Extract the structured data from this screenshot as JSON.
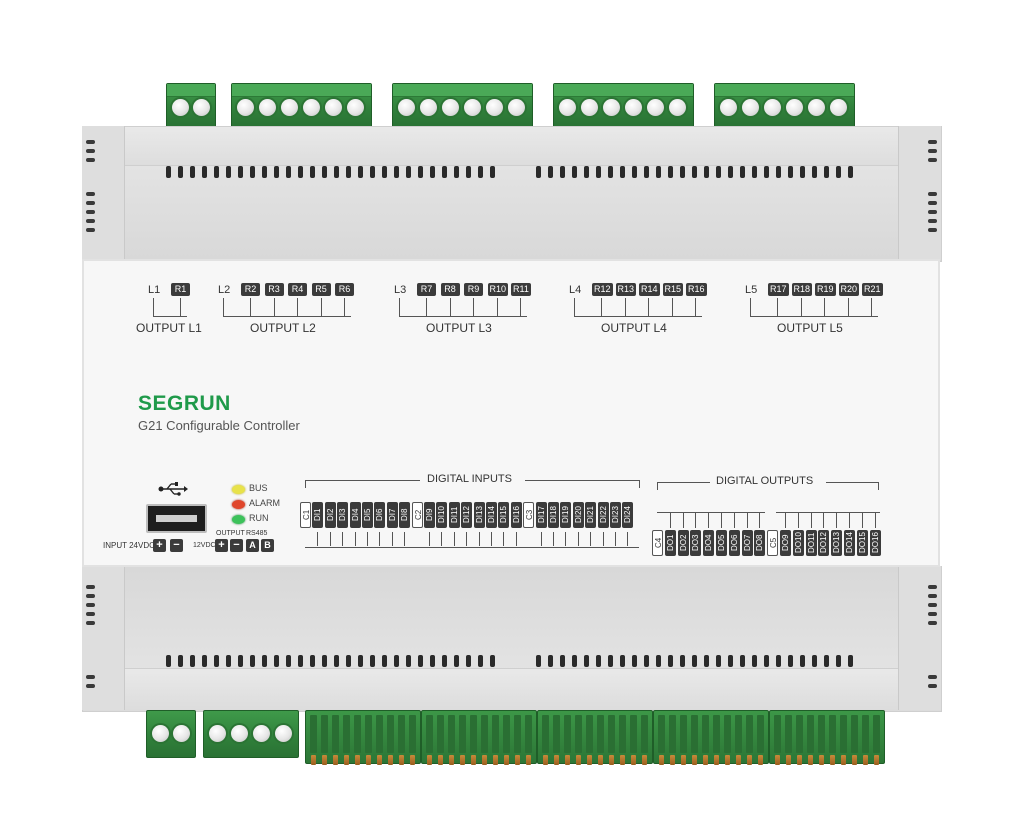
{
  "brand": "SEGRUN",
  "model": "G21 Configurable Controller",
  "colors": {
    "brand": "#1f9a4a",
    "terminal": "#2f7f3a",
    "led_bus": "#e8e24a",
    "led_alarm": "#e0452a",
    "led_run": "#3cc25a"
  },
  "relay_groups": [
    {
      "common": "L1",
      "relays": [
        "R1"
      ],
      "label": "OUTPUT L1"
    },
    {
      "common": "L2",
      "relays": [
        "R2",
        "R3",
        "R4",
        "R5",
        "R6"
      ],
      "label": "OUTPUT L2"
    },
    {
      "common": "L3",
      "relays": [
        "R7",
        "R8",
        "R9",
        "R10",
        "R11"
      ],
      "label": "OUTPUT L3"
    },
    {
      "common": "L4",
      "relays": [
        "R12",
        "R13",
        "R14",
        "R15",
        "R16"
      ],
      "label": "OUTPUT L4"
    },
    {
      "common": "L5",
      "relays": [
        "R17",
        "R18",
        "R19",
        "R20",
        "R21"
      ],
      "label": "OUTPUT L5"
    }
  ],
  "digital_inputs_title": "DIGITAL INPUTS",
  "digital_outputs_title": "DIGITAL OUTPUTS",
  "digital_inputs": [
    "C1",
    "DI1",
    "DI2",
    "DI3",
    "DI4",
    "DI5",
    "DI6",
    "DI7",
    "DI8",
    "C2",
    "DI9",
    "DI10",
    "DI11",
    "DI12",
    "DI13",
    "DI14",
    "DI15",
    "DI16",
    "C3",
    "DI17",
    "DI18",
    "DI19",
    "DI20",
    "DI21",
    "DI22",
    "DI23",
    "DI24"
  ],
  "digital_outputs": [
    "C4",
    "DO1",
    "DO2",
    "DO3",
    "DO4",
    "DO5",
    "DO6",
    "DO7",
    "DO8",
    "C5",
    "DO9",
    "DO10",
    "DO11",
    "DO12",
    "DO13",
    "DO14",
    "DO15",
    "DO16"
  ],
  "leds": [
    {
      "label": "BUS"
    },
    {
      "label": "ALARM"
    },
    {
      "label": "RUN"
    }
  ],
  "power": {
    "input_label": "INPUT  24VDC",
    "plus": "+",
    "minus": "−",
    "output_label": "OUTPUT",
    "output_voltage": "12VDC",
    "rs485_label": "RS485",
    "rs485_a": "A",
    "rs485_b": "B"
  },
  "usb_icon": "usb-icon"
}
